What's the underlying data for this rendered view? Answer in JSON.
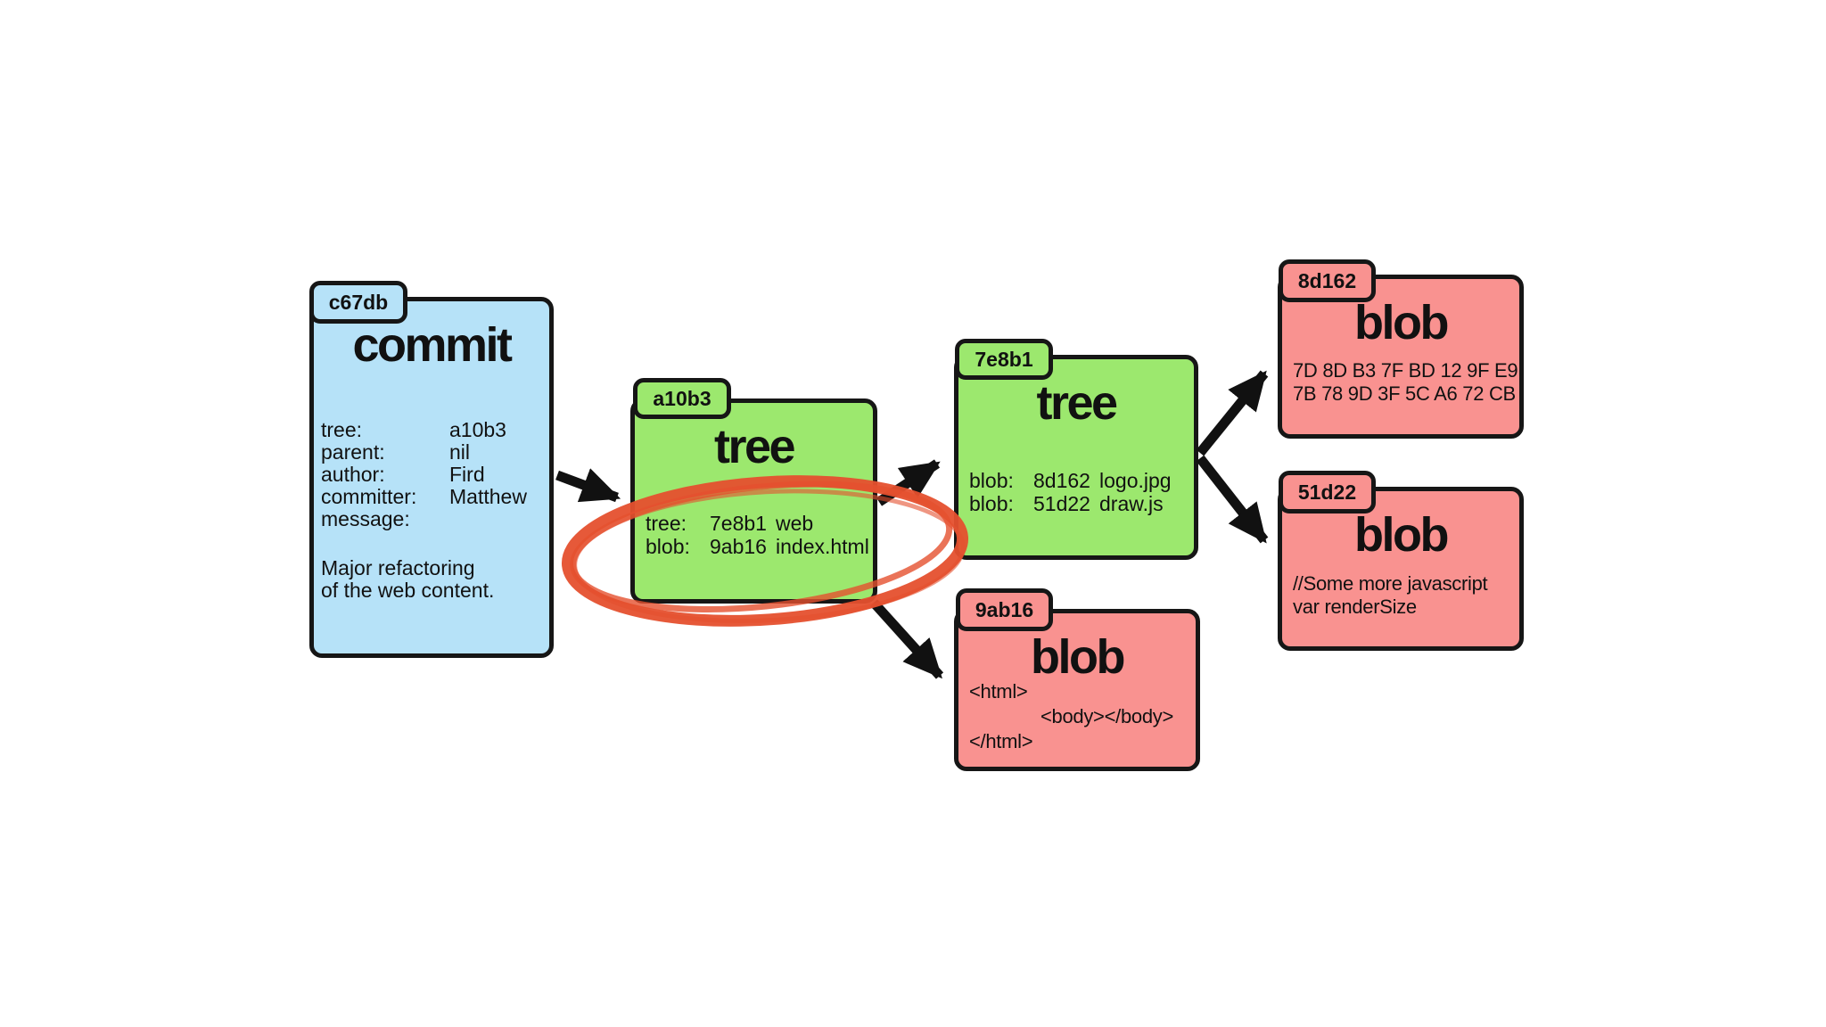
{
  "diagram": {
    "description": "Git object model diagram: one commit pointing to a tree, which points to a sub-tree and blobs",
    "colors": {
      "commit_fill": "#b6e2f8",
      "tree_fill": "#9ce86e",
      "blob_fill": "#f99290",
      "outline": "#161616",
      "arrow": "#111111",
      "highlight_ellipse": "#e5502e"
    },
    "edges": [
      {
        "from": "c67db",
        "to": "a10b3"
      },
      {
        "from": "a10b3",
        "to": "7e8b1"
      },
      {
        "from": "a10b3",
        "to": "9ab16"
      },
      {
        "from": "7e8b1",
        "to": "8d162"
      },
      {
        "from": "7e8b1",
        "to": "51d22"
      }
    ],
    "annotation": {
      "shape": "hand-drawn ellipse",
      "color": "#e5502e",
      "around": "entries of tree a10b3"
    }
  },
  "nodes": [
    {
      "id": "commit-c67db",
      "tab": "c67db",
      "title": "commit",
      "rows": [
        {
          "label": "tree:",
          "value": "a10b3"
        },
        {
          "label": "parent:",
          "value": "nil"
        },
        {
          "label": "author:",
          "value": "Fird"
        },
        {
          "label": "committer:",
          "value": "Matthew"
        },
        {
          "label": "message:",
          "value": ""
        }
      ],
      "message_lines": [
        "Major refactoring",
        "of the web content."
      ]
    },
    {
      "id": "tree-a10b3",
      "tab": "a10b3",
      "title": "tree",
      "entries": [
        {
          "kind": "tree:",
          "hash": "7e8b1",
          "name": "web"
        },
        {
          "kind": "blob:",
          "hash": "9ab16",
          "name": "index.html"
        }
      ]
    },
    {
      "id": "tree-7e8b1",
      "tab": "7e8b1",
      "title": "tree",
      "entries": [
        {
          "kind": "blob:",
          "hash": "8d162",
          "name": "logo.jpg"
        },
        {
          "kind": "blob:",
          "hash": "51d22",
          "name": "draw.js"
        }
      ]
    },
    {
      "id": "blob-8d162",
      "tab": "8d162",
      "title": "blob",
      "lines": [
        "7D 8D B3 7F BD 12 9F E9",
        "7B 78 9D 3F 5C A6 72 CB"
      ]
    },
    {
      "id": "blob-51d22",
      "tab": "51d22",
      "title": "blob",
      "lines": [
        "//Some more javascript",
        "var renderSize"
      ]
    },
    {
      "id": "blob-9ab16",
      "tab": "9ab16",
      "title": "blob",
      "lines": [
        "<html>",
        "<body></body>",
        "</html>"
      ]
    }
  ]
}
